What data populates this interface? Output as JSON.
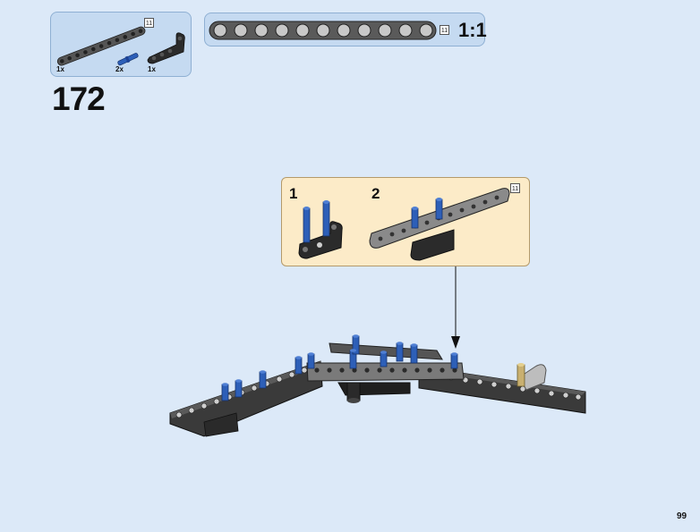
{
  "parts_callout": {
    "items": [
      {
        "name": "beam-11",
        "quantity": "1x",
        "length": "11"
      },
      {
        "name": "blue-pin",
        "quantity": "2x"
      },
      {
        "name": "angle-beam",
        "quantity": "1x"
      }
    ]
  },
  "scale_callout": {
    "length": "11",
    "scale_label": "1:1"
  },
  "step": {
    "number": "172"
  },
  "sub_assembly": {
    "steps": [
      "1",
      "2"
    ],
    "length": "11"
  },
  "page": {
    "number": "99"
  },
  "colors": {
    "background": "#dce9f8",
    "callout_blue": "#c5daf1",
    "callout_yellow": "#fcebc8",
    "beam_gray": "#4a4a4a",
    "pin_blue": "#2d5fb8"
  }
}
